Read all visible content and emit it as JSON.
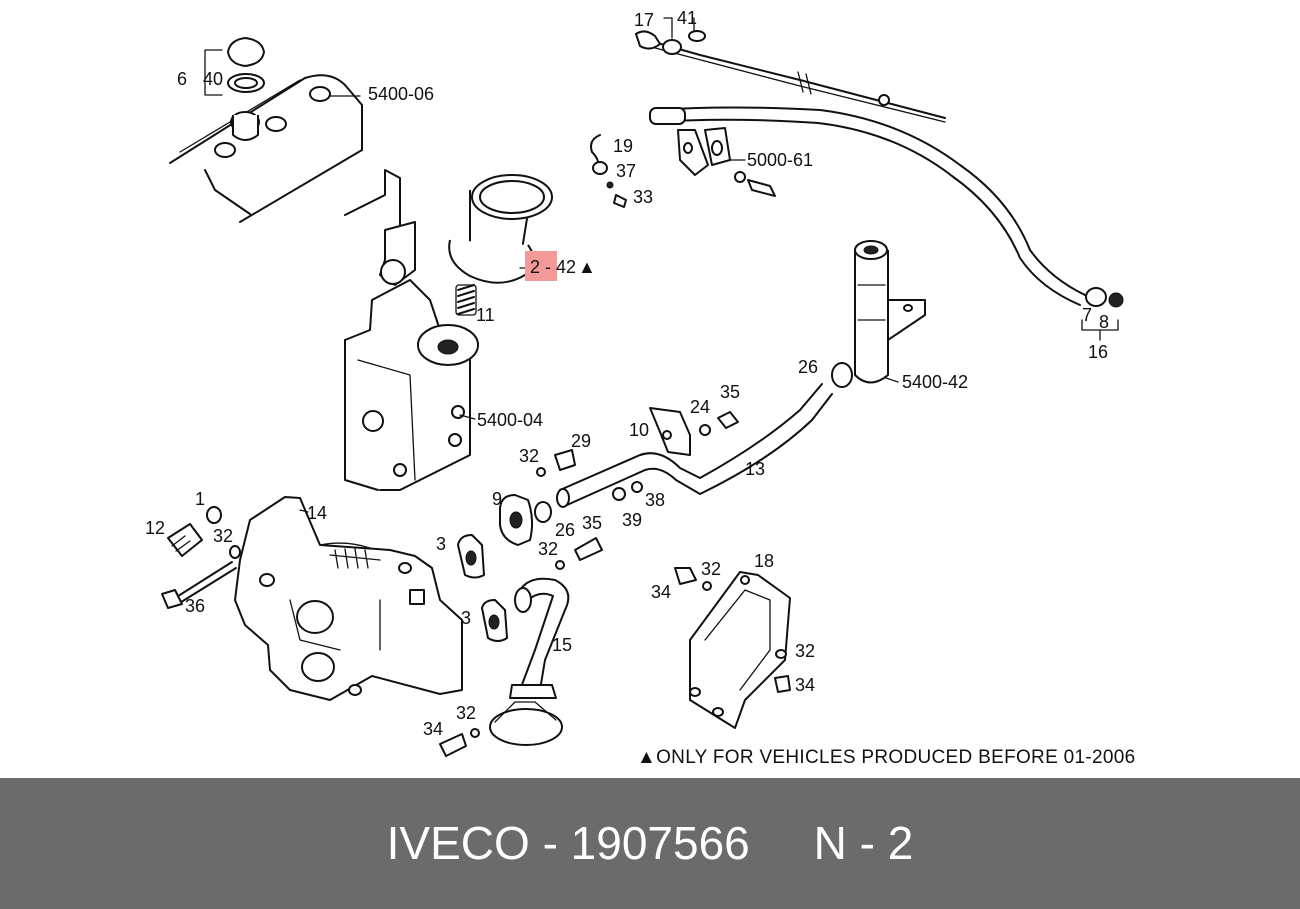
{
  "diagram": {
    "labels": {
      "l17": "17",
      "l41": "41",
      "l6": "6",
      "l40": "40",
      "l5400_06": "5400-06",
      "l19": "19",
      "l37": "37",
      "l33": "33",
      "l5000_61": "5000-61",
      "l2_42": "2 - 42",
      "l11": "11",
      "l7": "7",
      "l8": "8",
      "l16": "16",
      "l26a": "26",
      "l5400_42": "5400-42",
      "l35a": "35",
      "l24": "24",
      "l10": "10",
      "l5400_04": "5400-04",
      "l32a": "32",
      "l29": "29",
      "l13": "13",
      "l9": "9",
      "l38": "38",
      "l39": "39",
      "l26b": "26",
      "l35b": "35",
      "l1": "1",
      "l14": "14",
      "l12": "12",
      "l32b": "32",
      "l3a": "3",
      "l32c": "32",
      "l18": "18",
      "l32d": "32",
      "l34a": "34",
      "l36": "36",
      "l3b": "3",
      "l15": "15",
      "l32e": "32",
      "l34b": "34",
      "l34c": "34",
      "l32f": "32"
    },
    "highlight_color": "#f59a9a",
    "triangle_marker": "▲",
    "note": "▲ONLY FOR VEHICLES PRODUCED BEFORE 01-2006"
  },
  "footer": {
    "text": "IVECO - 1907566     N - 2",
    "background_color": "#6b6b6b",
    "text_color": "#ffffff"
  }
}
